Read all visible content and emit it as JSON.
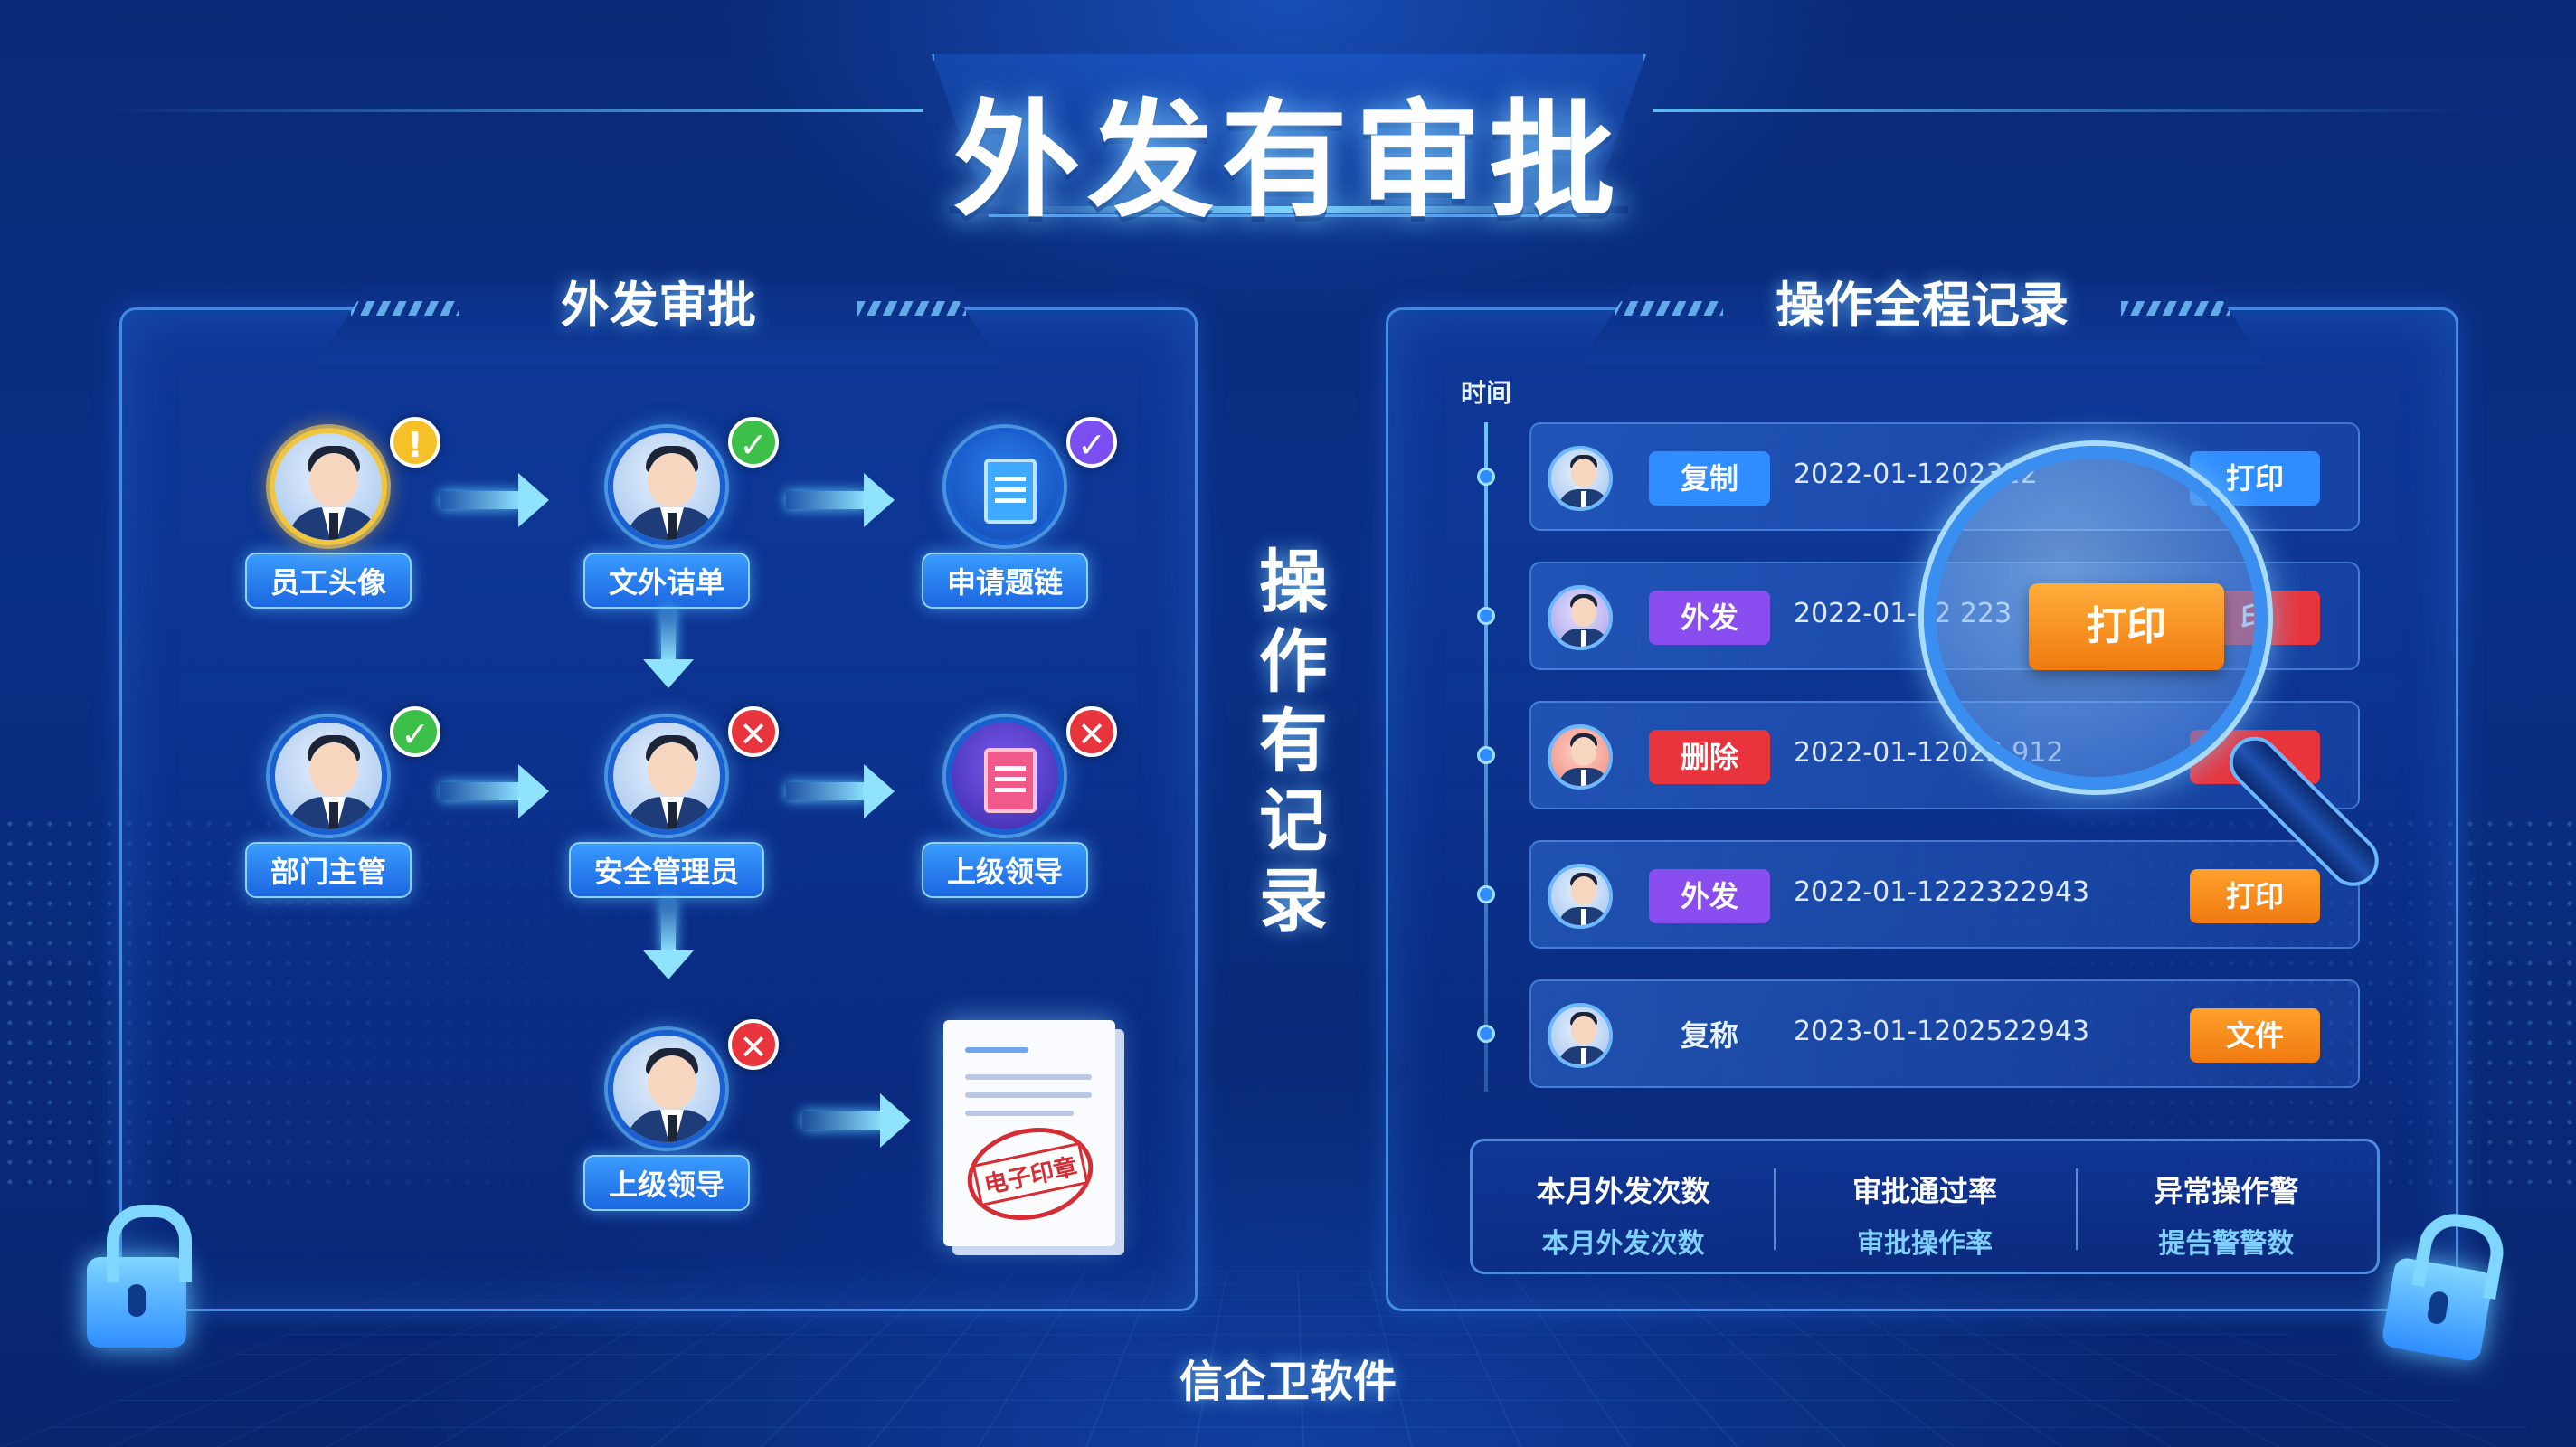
{
  "header": {
    "title": "外发有审批"
  },
  "left_panel": {
    "title": "外发审批",
    "nodes": [
      {
        "label": "员工头像",
        "status": "pending"
      },
      {
        "label": "文外诘单",
        "status": "approved"
      },
      {
        "label": "申请题链",
        "status": "approved"
      },
      {
        "label": "部门主管",
        "status": "approved"
      },
      {
        "label": "安全管理员",
        "status": "rejected"
      },
      {
        "label": "上级领导",
        "status": "rejected"
      },
      {
        "label": "上级领导",
        "status": "rejected"
      }
    ],
    "badges": {
      "pending": "!",
      "approved": "✓",
      "rejected": "✕"
    },
    "stamp": "电子印章"
  },
  "center_vertical": "操作有记录",
  "right_panel": {
    "title": "操作全程记录",
    "time_header": "时间",
    "records": [
      {
        "action": "复制",
        "time": "2022-01-1202322",
        "button": "打印"
      },
      {
        "action": "外发",
        "time": "2022-01-12    223",
        "button": "印"
      },
      {
        "action": "删除",
        "time": "2022-01-12023    912",
        "button": ""
      },
      {
        "action": "外发",
        "time": "2022-01-1222322943",
        "button": "打印"
      },
      {
        "action": "复称",
        "time": "2023-01-1202522943",
        "button": "文件"
      }
    ],
    "magnifier_button": "打印",
    "stats": [
      {
        "title": "本月外发次数",
        "sub": "本月外发次数"
      },
      {
        "title": "审批通过率",
        "sub": "审批操作率"
      },
      {
        "title": "异常操作警",
        "sub": "提告警警数"
      }
    ]
  },
  "footer": "信企卫软件"
}
